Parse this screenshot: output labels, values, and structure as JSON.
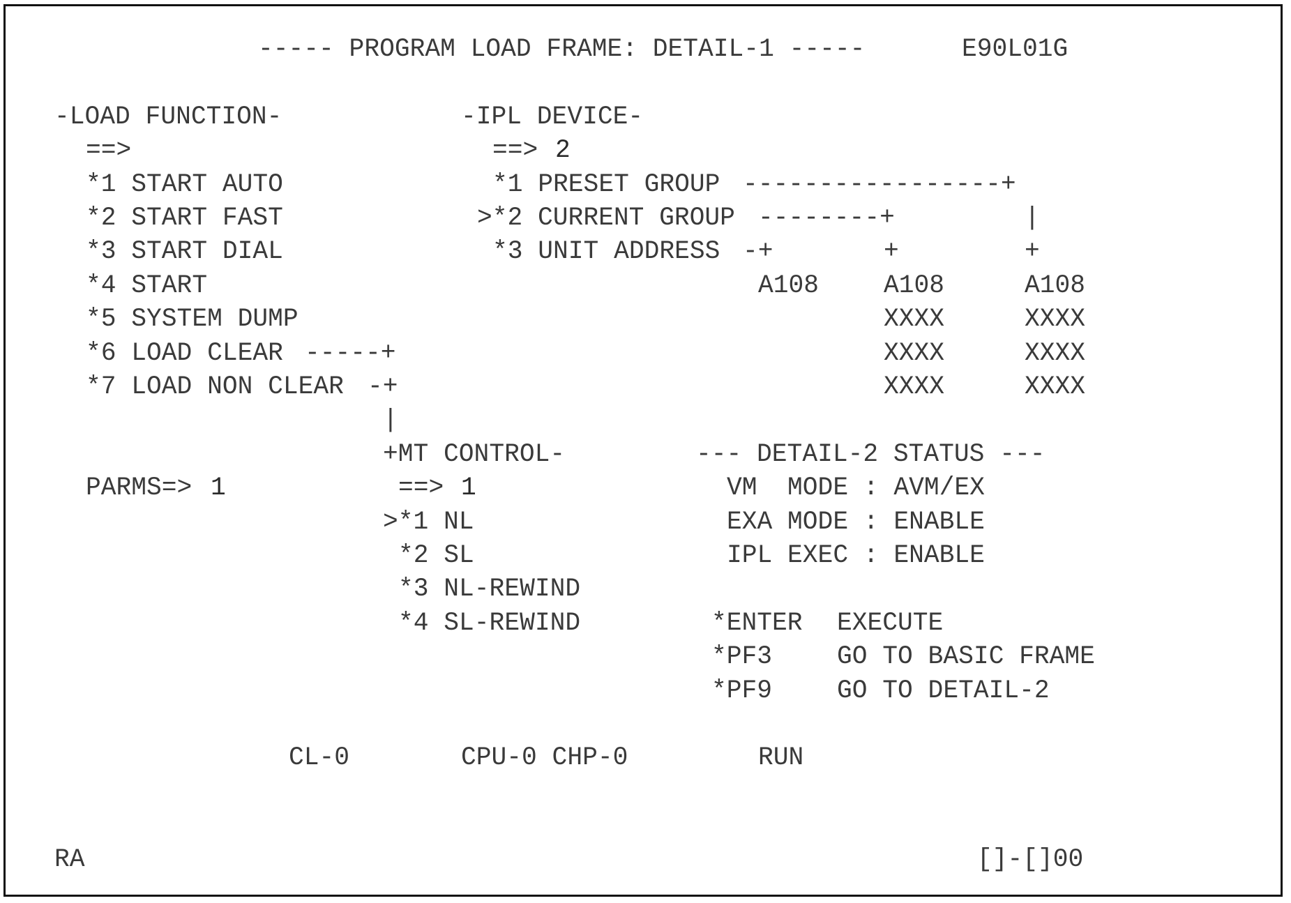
{
  "header": {
    "title": "----- PROGRAM LOAD FRAME: DETAIL-1 -----",
    "frame_id": "E90L01G"
  },
  "load_function": {
    "heading": "-LOAD FUNCTION-",
    "prompt": "==>",
    "value": "",
    "options": [
      {
        "label": "*1 START AUTO",
        "connector": ""
      },
      {
        "label": "*2 START FAST",
        "connector": ""
      },
      {
        "label": "*3 START DIAL",
        "connector": ""
      },
      {
        "label": "*4 START",
        "connector": ""
      },
      {
        "label": "*5 SYSTEM DUMP",
        "connector": ""
      },
      {
        "label": "*6 LOAD CLEAR",
        "connector": "-----+"
      },
      {
        "label": "*7 LOAD NON CLEAR",
        "connector": "-+"
      }
    ],
    "pipe": "|",
    "parms_label": "PARMS=>",
    "parms_value": "1"
  },
  "ipl_device": {
    "heading": "-IPL DEVICE-",
    "prompt": "==>",
    "value": "2",
    "options": [
      {
        "label": "*1 PRESET GROUP",
        "connector": "-----------------+"
      },
      {
        "label": ">*2 CURRENT GROUP",
        "connector": "--------+"
      },
      {
        "label": "*3 UNIT ADDRESS",
        "connector": "-+"
      }
    ],
    "pipe": "|",
    "plus": "+",
    "unit_address": [
      "A108"
    ],
    "current_group": [
      "A108",
      "XXXX",
      "XXXX",
      "XXXX"
    ],
    "preset_group": [
      "A108",
      "XXXX",
      "XXXX",
      "XXXX"
    ]
  },
  "mt_control": {
    "heading": "+MT CONTROL-",
    "prompt": "==>",
    "value": "1",
    "options": [
      ">*1 NL",
      "*2 SL",
      "*3 NL-REWIND",
      "*4 SL-REWIND"
    ]
  },
  "detail2_status": {
    "heading": "--- DETAIL-2 STATUS ---",
    "rows": [
      "VM  MODE : AVM/EX",
      "EXA MODE : ENABLE",
      "IPL EXEC : ENABLE"
    ]
  },
  "keys": [
    {
      "key": "*ENTER",
      "action": "EXECUTE"
    },
    {
      "key": "*PF3",
      "action": "GO TO BASIC FRAME"
    },
    {
      "key": "*PF9",
      "action": "GO TO DETAIL-2"
    }
  ],
  "status_bar": {
    "cl": "CL-0",
    "cpu_chp": "CPU-0 CHP-0",
    "state": "RUN",
    "mode": "RA",
    "indicator": "[]-[]00"
  }
}
